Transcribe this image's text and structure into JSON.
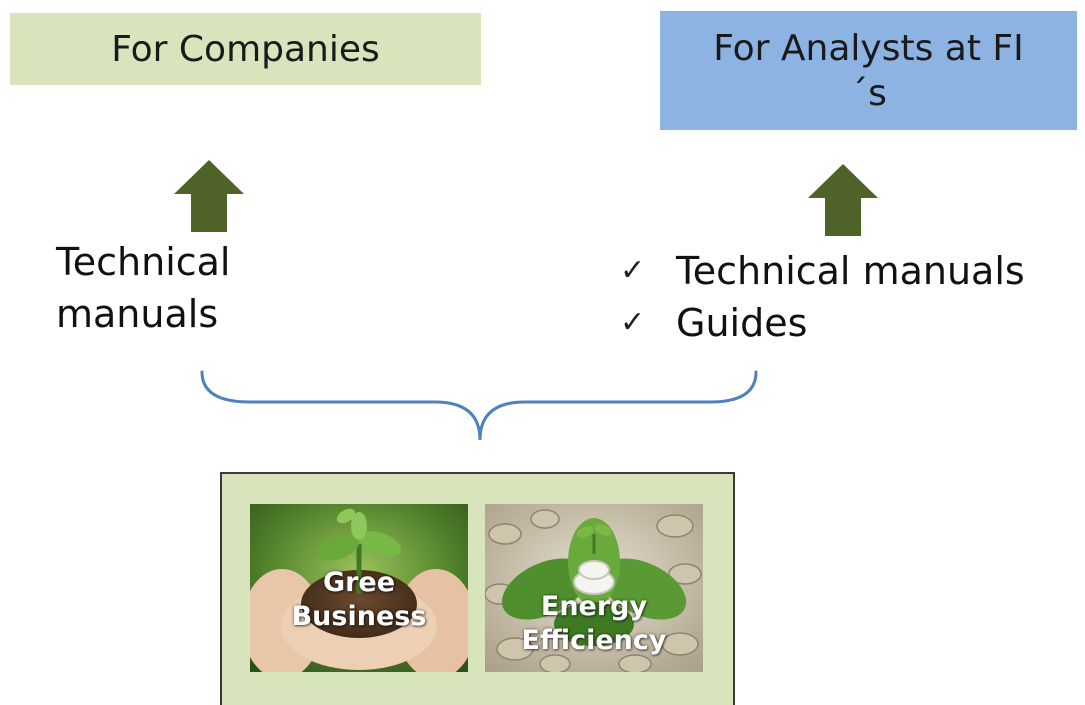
{
  "top": {
    "companies_label": "For Companies",
    "analysts_label": "For Analysts at FI´s"
  },
  "left": {
    "items": [
      "Technical",
      "manuals"
    ]
  },
  "right": {
    "items": [
      "Technical manuals",
      "Guides"
    ]
  },
  "bottom": {
    "green_label_line1": "Gree",
    "green_label_line2": "Business",
    "energy_label_line1": "Energy",
    "energy_label_line2": "Efficiency"
  },
  "colors": {
    "companies_box": "#d8e4bc",
    "analysts_box": "#8db3e2",
    "arrow": "#4f6228",
    "brace": "#4f81bd"
  },
  "icons": {
    "check": "check-icon",
    "arrow": "up-arrow-icon"
  }
}
